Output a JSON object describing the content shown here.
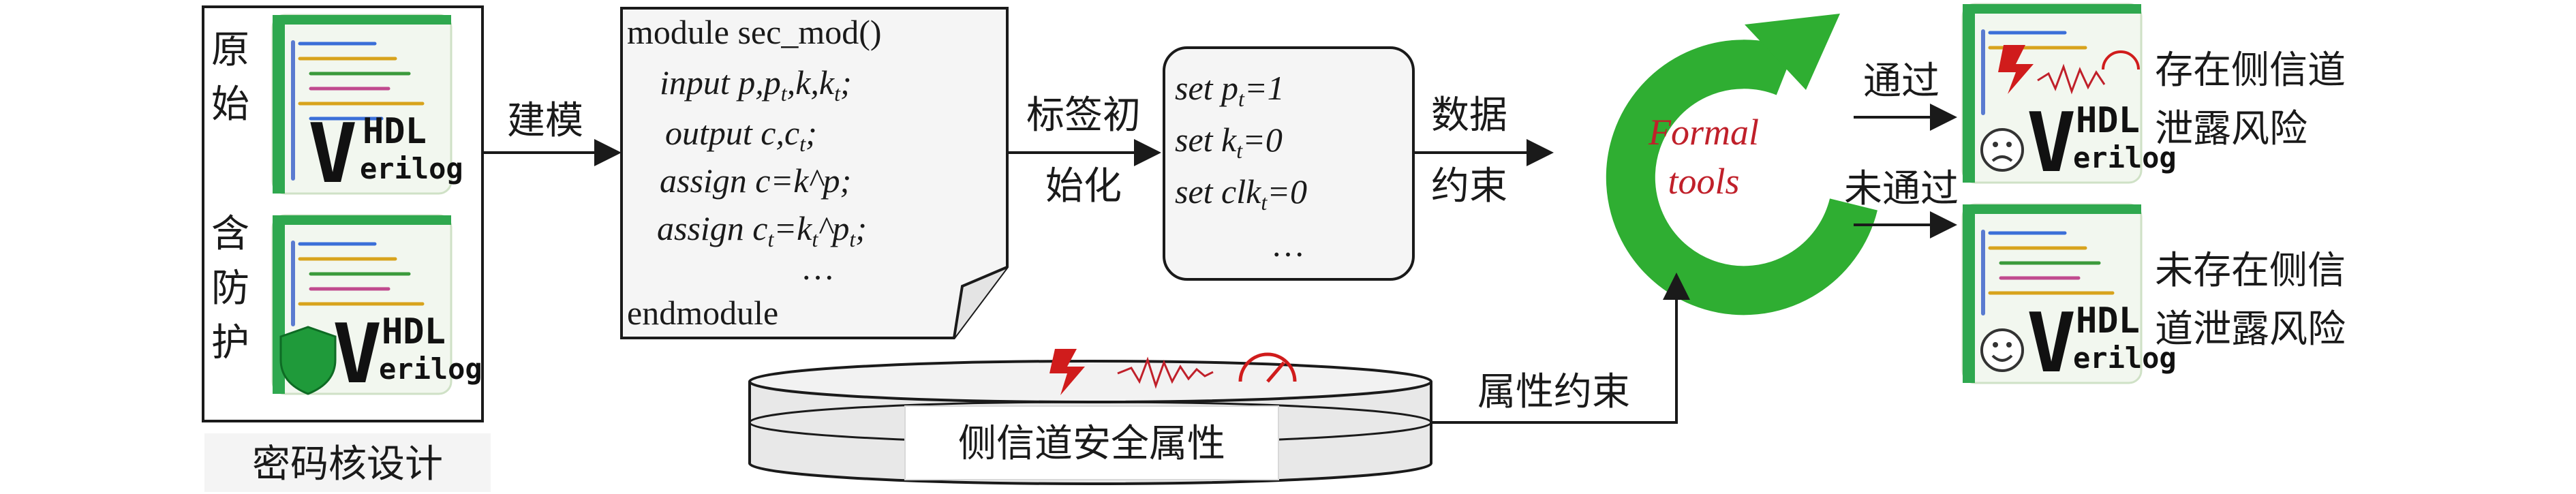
{
  "design_box": {
    "caption": "密码核设计",
    "original_label": [
      "原",
      "始"
    ],
    "protected_label": [
      "含",
      "防",
      "护"
    ]
  },
  "vhdl_icon": {
    "big_v": "V",
    "hdl": "HDL",
    "verilog": "erilog"
  },
  "edges": {
    "modeling": "建模",
    "label_init": [
      "标签初",
      "始化"
    ],
    "data_constraint": [
      "数据",
      "约束"
    ],
    "property_constraint": "属性约束",
    "pass": "通过",
    "fail": "未通过"
  },
  "module_doc": {
    "line1": "module sec_mod()",
    "line2": "input p,p",
    "line2_sub": "t",
    "line2_tail": ",k,k",
    "line2_sub2": "t",
    "line2_end": ";",
    "line3": "output c,c",
    "line3_sub": "t",
    "line3_end": ";",
    "line4": "assign c=k^p;",
    "line5_head": "assign c",
    "line5_sub": "t",
    "line5_mid": "=k",
    "line5_sub2": "t",
    "line5_mid2": "^p",
    "line5_sub3": "t",
    "line5_end": ";",
    "line6": "…",
    "line7": "endmodule"
  },
  "init_box": {
    "row1_head": "set p",
    "row1_sub": "t",
    "row1_val": "=1",
    "row2_head": "set k",
    "row2_sub": "t",
    "row2_val": "=0",
    "row3_head": "set clk",
    "row3_sub": "t",
    "row3_val": "=0",
    "row4": "…"
  },
  "formal_tool": {
    "line1": "Formal",
    "line2": "tools",
    "ring_color": "#2fae32",
    "text_color": "#c0202a"
  },
  "property_db": {
    "label": "侧信道安全属性"
  },
  "results": {
    "leak": [
      "存在侧信道",
      "泄露风险"
    ],
    "safe": [
      "未存在侧信",
      "道泄露风险"
    ]
  },
  "colors": {
    "icon_green": "#2fa84f",
    "shield_green": "#1f9a3a",
    "lightning_red": "#d01c1c"
  }
}
